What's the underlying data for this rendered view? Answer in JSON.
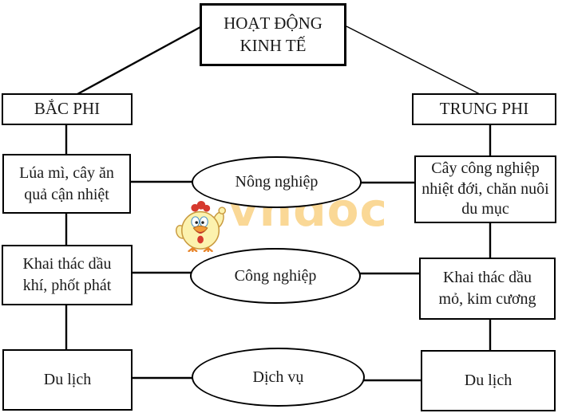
{
  "title": "HOẠT ĐỘNG KINH TẾ",
  "regions": {
    "north_africa": "BẮC PHI",
    "central_africa": "TRUNG PHI"
  },
  "sectors": [
    {
      "label": "Nông nghiệp",
      "north_africa": "Lúa mì, cây ăn quả cận nhiệt",
      "central_africa": "Cây công nghiệp nhiệt đới, chăn nuôi du mục"
    },
    {
      "label": "Công nghiệp",
      "north_africa": "Khai thác dầu khí, phốt phát",
      "central_africa": "Khai thác dầu mỏ, kim cương"
    },
    {
      "label": "Dịch vụ",
      "north_africa": "Du lịch",
      "central_africa": "Du lịch"
    }
  ],
  "watermark": {
    "text": "vndoc",
    "mascot": "chicken-thumbs-up",
    "color": "#FAD896"
  },
  "colors": {
    "line": "#000000",
    "box_border": "#000000",
    "box_background": "#FFFFFF",
    "watermark_text": "#FAD896"
  }
}
